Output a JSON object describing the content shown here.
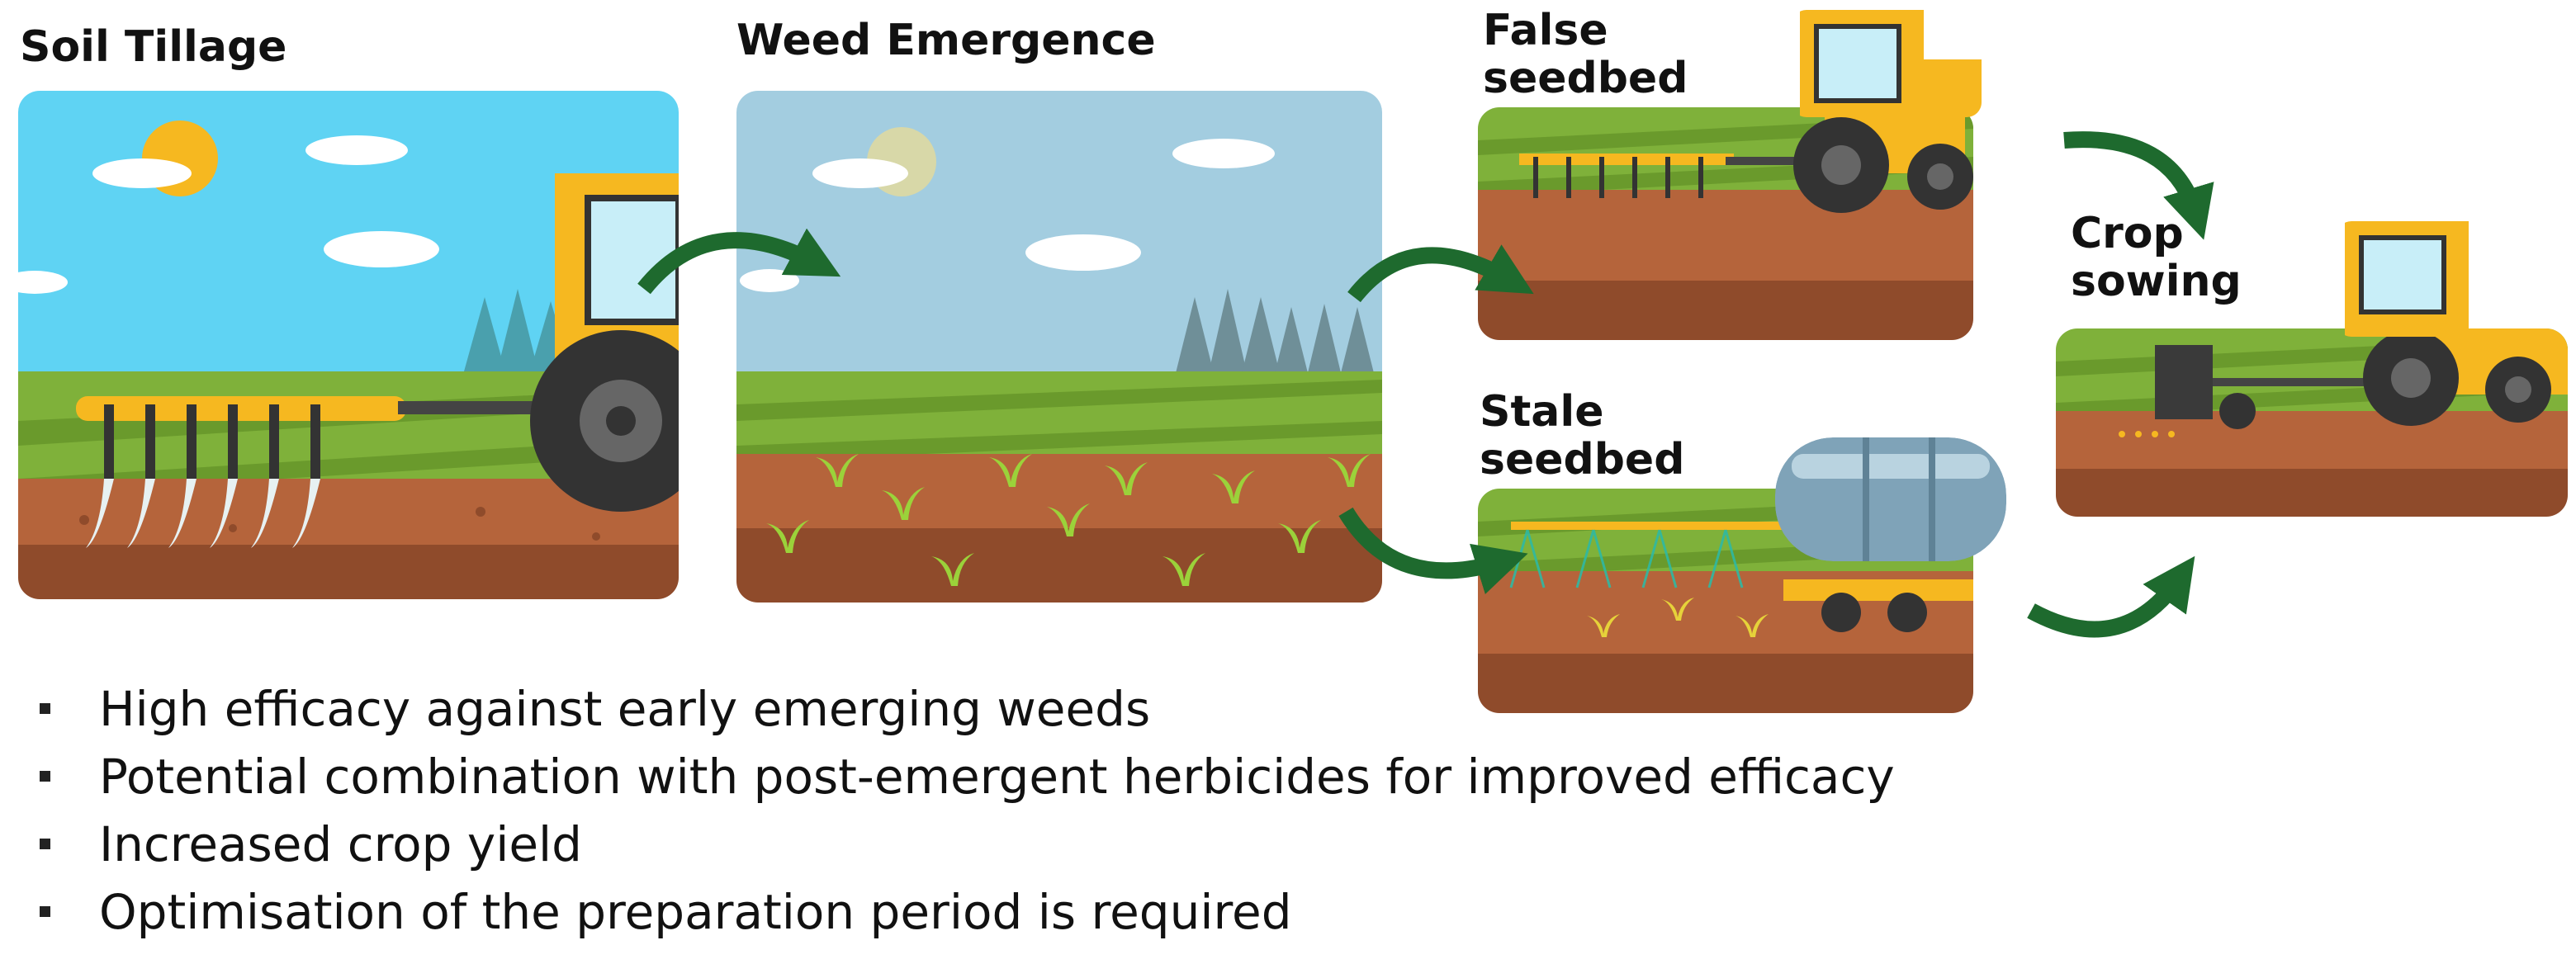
{
  "stages": {
    "soil_tillage": "Soil Tillage",
    "weed_emergence": "Weed Emergence",
    "false_seedbed_line1": "False",
    "false_seedbed_line2": "seedbed",
    "stale_seedbed_line1": "Stale",
    "stale_seedbed_line2": "seedbed",
    "crop_sowing_line1": "Crop",
    "crop_sowing_line2": "sowing"
  },
  "bullets": [
    "High efficacy against early emerging weeds",
    "Potential combination with post-emergent herbicides for improved efficacy",
    "Increased crop yield",
    "Optimisation of the preparation period is required"
  ],
  "colors": {
    "sky_bright": "#5fd3f3",
    "sky_pale": "#a3cde0",
    "grass": "#7fb13a",
    "soil": "#b5643b",
    "soil_dark": "#8f4b2b",
    "tractor_yellow": "#f6b820",
    "arrow_green": "#1e6a2e"
  }
}
